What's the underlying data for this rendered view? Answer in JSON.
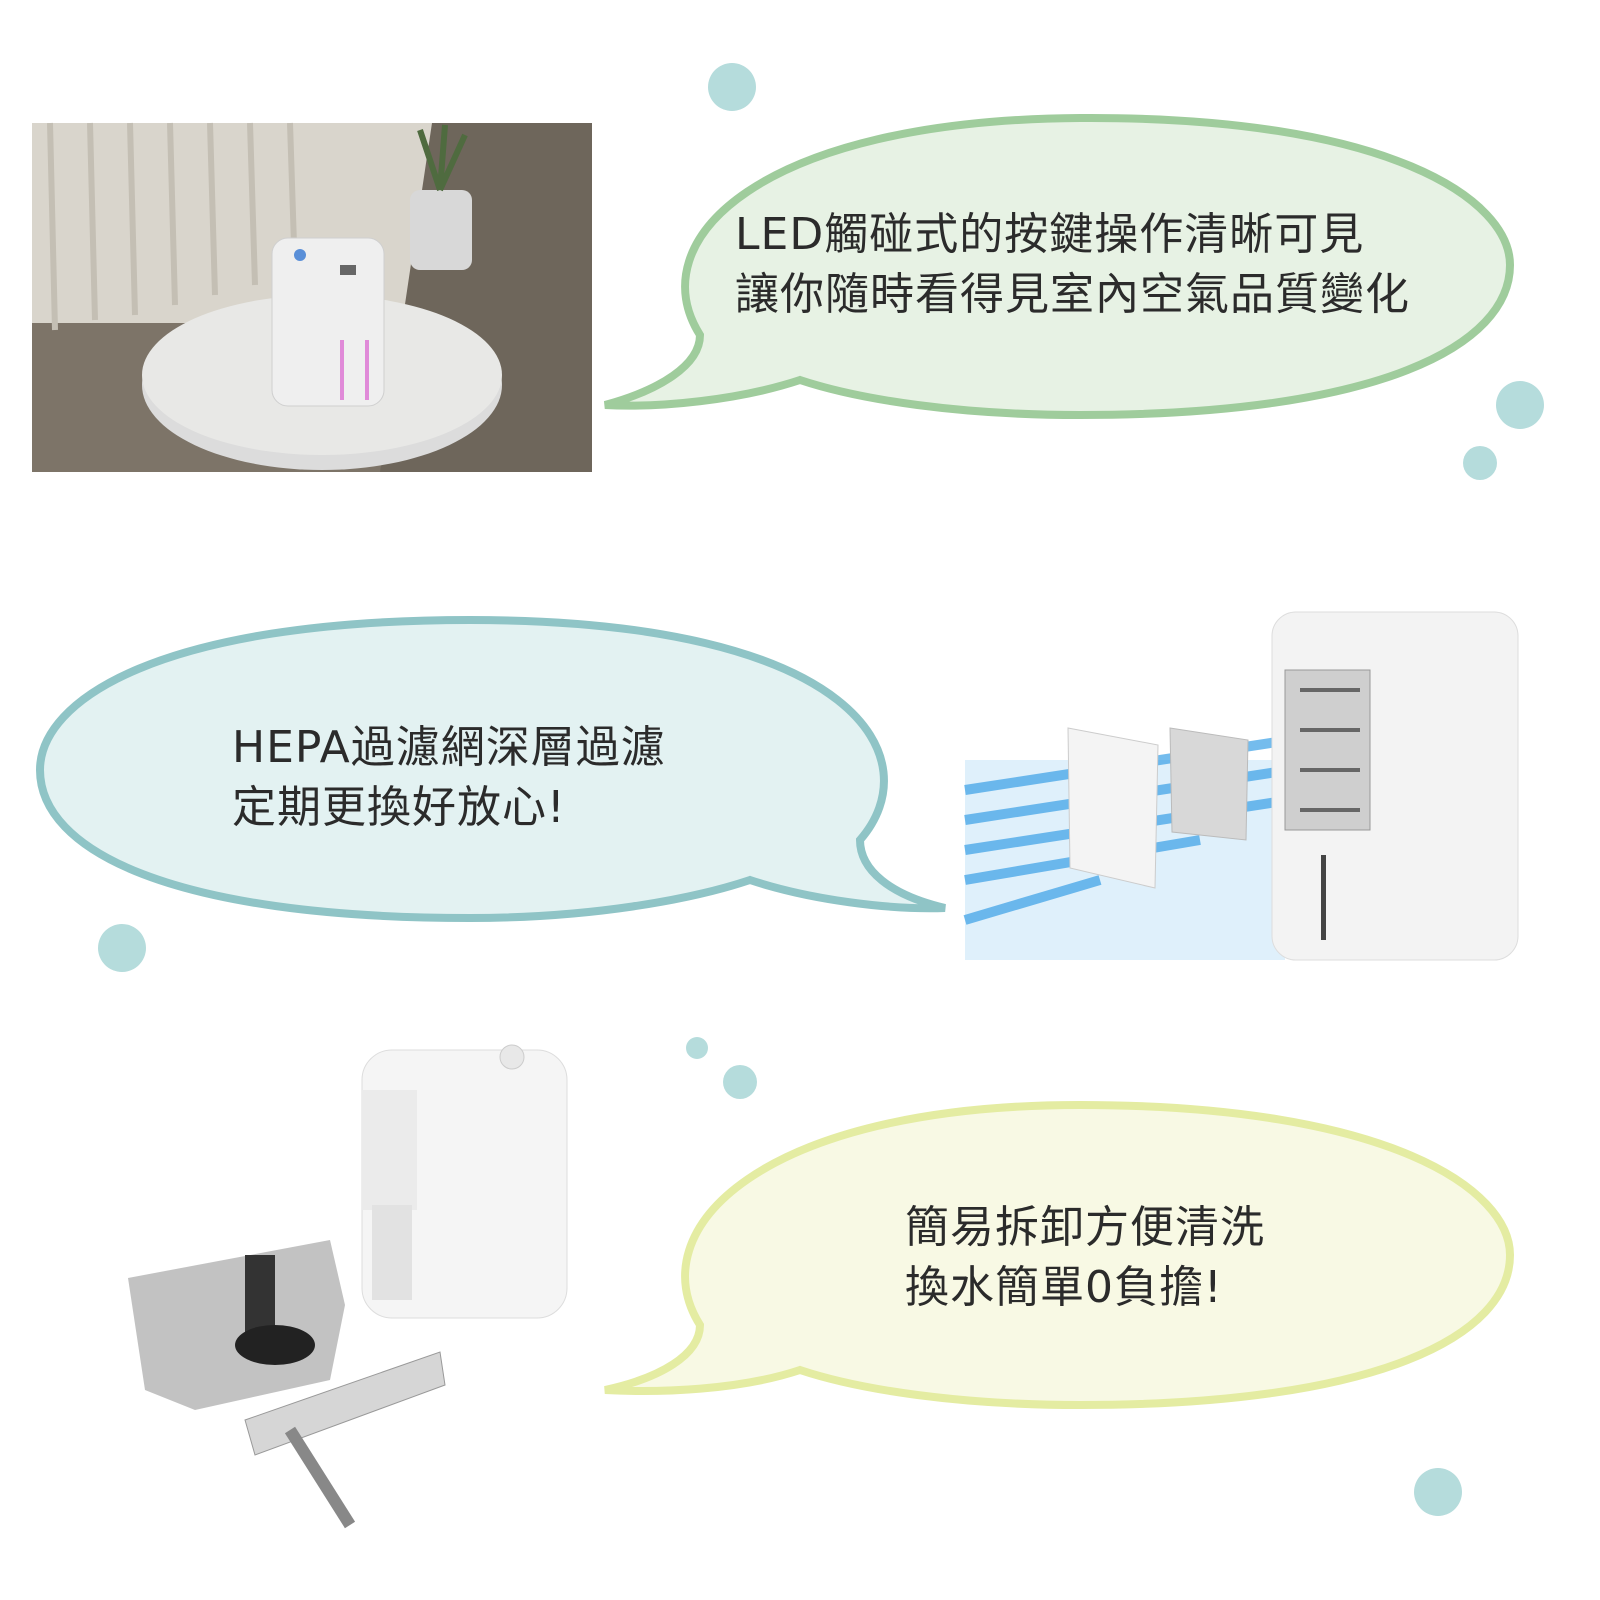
{
  "colors": {
    "dot": "#b5dcdc",
    "bubble_green_fill": "#e7f2e4",
    "bubble_green_stroke": "#9fcc9c",
    "bubble_blue_fill": "#e3f2f2",
    "bubble_blue_stroke": "#8fc4c6",
    "bubble_yellow_fill": "#f8f9e4",
    "bubble_yellow_stroke": "#e4eca2",
    "text": "#2b2b2b"
  },
  "sections": [
    {
      "image": "dehumidifier-on-table-photo",
      "lines": [
        "LED觸碰式的按鍵操作清晰可見",
        "讓你隨時看得見室內空氣品質變化"
      ]
    },
    {
      "image": "hepa-filter-airflow-illustration",
      "lines": [
        "HEPA過濾網深層過濾",
        "定期更換好放心!"
      ]
    },
    {
      "image": "disassembled-water-tank-illustration",
      "lines": [
        "簡易拆卸方便清洗",
        "換水簡單0負擔!"
      ]
    }
  ]
}
